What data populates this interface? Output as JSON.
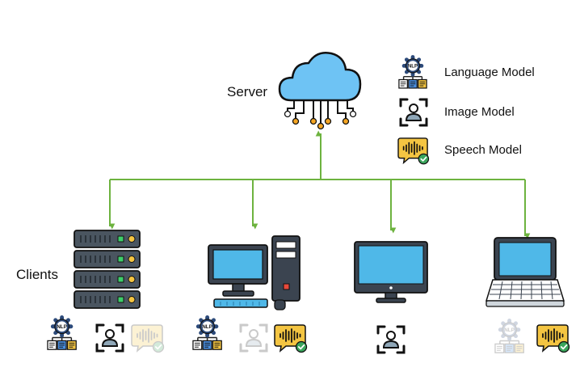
{
  "server": {
    "label": "Server"
  },
  "clients": {
    "label": "Clients"
  },
  "legend": [
    {
      "label": "Language Model",
      "icon": "nlp-language-model-icon"
    },
    {
      "label": "Image Model",
      "icon": "image-model-icon"
    },
    {
      "label": "Speech Model",
      "icon": "speech-model-icon"
    }
  ],
  "nlp_badge_text": "NLP",
  "client_devices": [
    {
      "device": "server-rack",
      "models": {
        "language": true,
        "image": true,
        "speech": false
      }
    },
    {
      "device": "desktop-pc",
      "models": {
        "language": true,
        "image": false,
        "speech": true
      }
    },
    {
      "device": "monitor",
      "models": {
        "image": true
      }
    },
    {
      "device": "laptop",
      "models": {
        "language": false,
        "speech": true
      }
    }
  ],
  "colors": {
    "connector": "#6db33f",
    "cloud": "#6ec3f4",
    "screen": "#4fb8e8",
    "speech_bubble": "#f4c542",
    "check": "#3aa55c"
  }
}
